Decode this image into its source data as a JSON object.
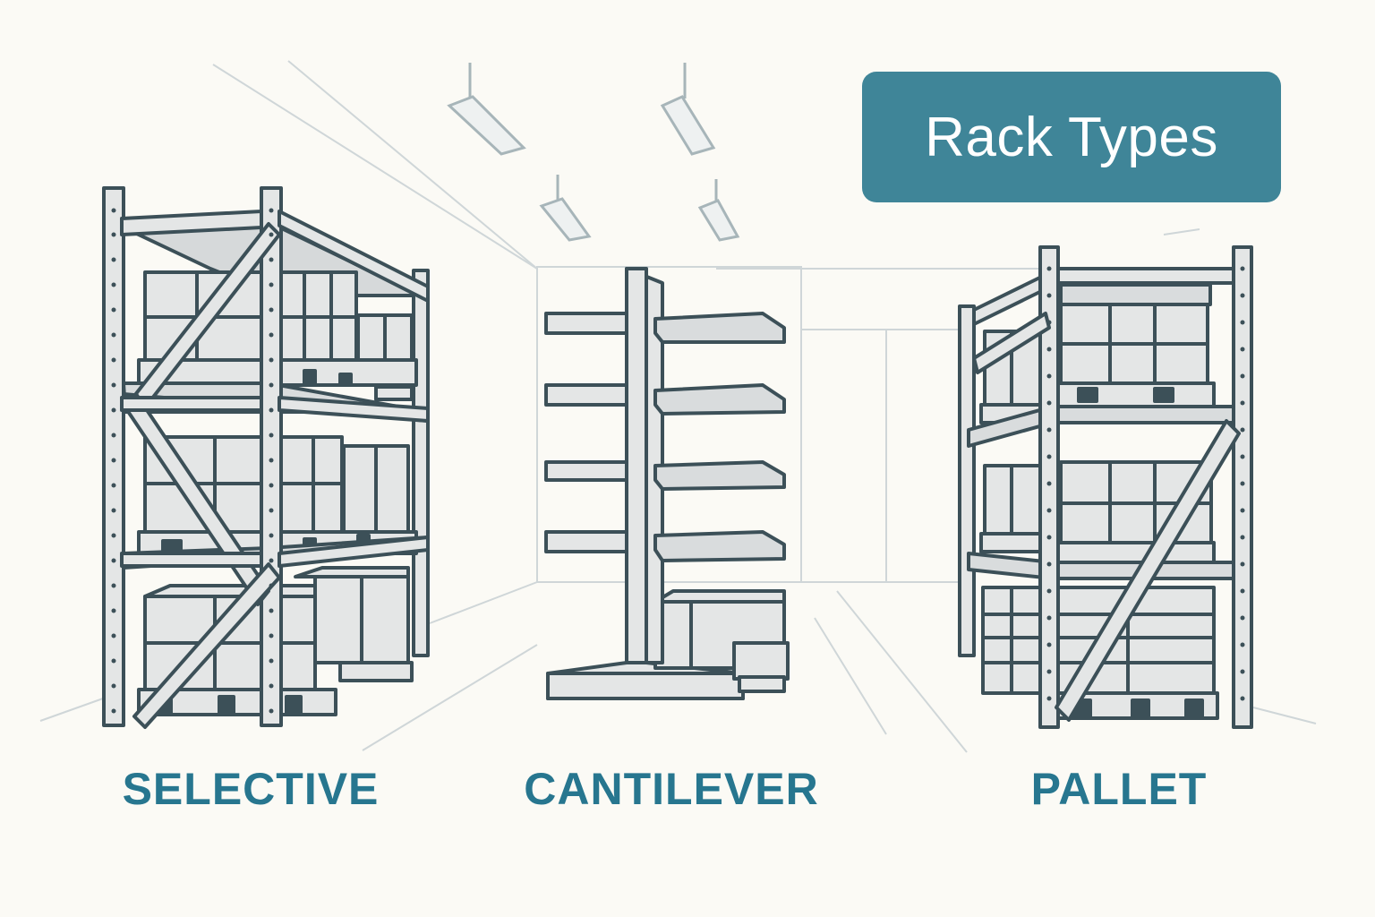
{
  "title": "Rack Types",
  "labels": {
    "selective": "SELECTIVE",
    "cantilever": "CANTILEVER",
    "pallet": "PALLET"
  },
  "colors": {
    "background": "#fbfaf5",
    "badge": "#3f8598",
    "label": "#27768f",
    "outline": "#3c5058",
    "fill": "#e4e6e6"
  }
}
